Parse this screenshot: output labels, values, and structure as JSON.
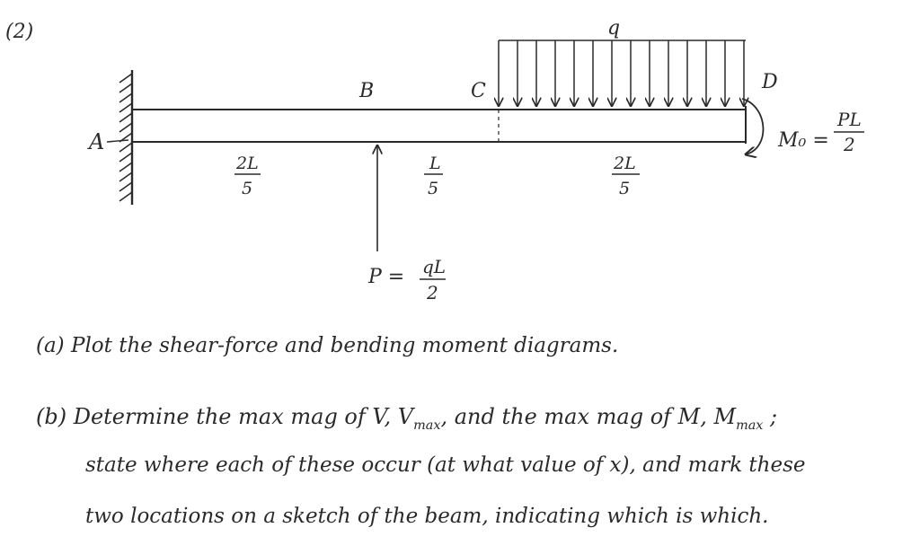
{
  "problem_number": "(2)",
  "diagram": {
    "points": {
      "a": "A",
      "b": "B",
      "c": "C",
      "d": "D"
    },
    "distributed_load_label": "q",
    "dims": {
      "seg1": {
        "num": "2L",
        "den": "5"
      },
      "seg2": {
        "num": "L",
        "den": "5"
      },
      "seg3": {
        "num": "2L",
        "den": "5"
      }
    },
    "point_load": {
      "lhs": "P =",
      "num": "qL",
      "den": "2"
    },
    "moment": {
      "lhs": "M₀ =",
      "num": "PL",
      "den": "2"
    }
  },
  "questions": {
    "a": "(a) Plot the shear-force and bending moment diagrams.",
    "b_pre": "(b) Determine the max mag of V, V",
    "b_max1": "max",
    "b_mid": ", and the max mag of M, M",
    "b_max2": "max",
    "b_end": " ;",
    "b_line2": "state where each of these occur (at what value of x), and mark these",
    "b_line3": "two locations on a sketch of the beam, indicating which is which."
  }
}
